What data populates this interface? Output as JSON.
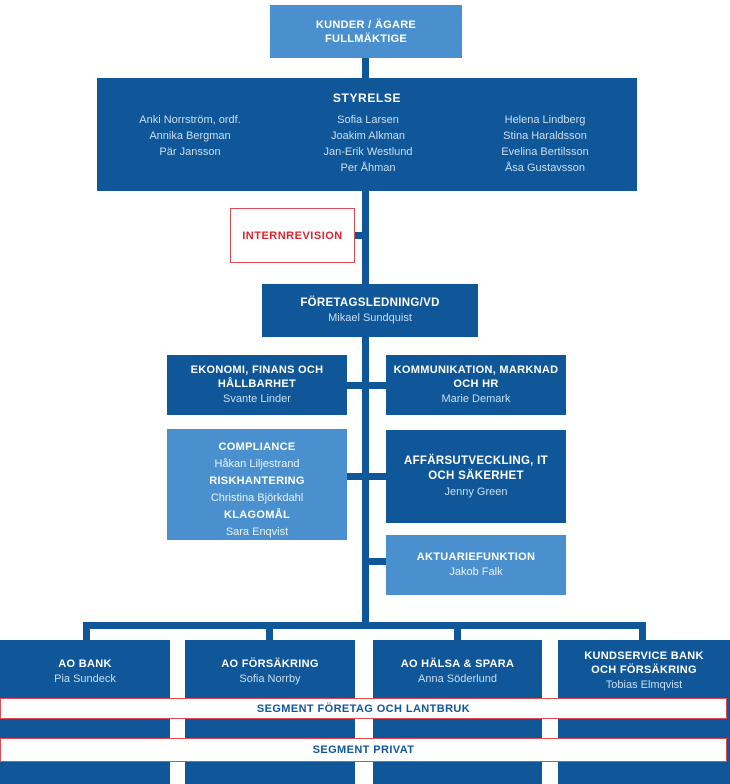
{
  "palette": {
    "dark_blue": "#0f5799",
    "light_blue": "#4a90cf",
    "red_border": "#e04950",
    "red_text": "#e2202e",
    "name_text_on_dark": "#c9def1",
    "name_text_on_light": "#e9f2fa",
    "background": "#ffffff"
  },
  "org": {
    "kunder": {
      "title": "KUNDER / ÄGARE FULLMÄKTIGE"
    },
    "styrelse": {
      "title": "STYRELSE",
      "columns": [
        [
          "Anki Norrström, ordf.",
          "Annika Bergman",
          "Pär Jansson"
        ],
        [
          "Sofia Larsen",
          "Joakim Alkman",
          "Jan-Erik Westlund",
          "Per Åhman"
        ],
        [
          "Helena Lindberg",
          "Stina Haraldsson",
          "Evelina Bertilsson",
          "Åsa Gustavsson"
        ]
      ]
    },
    "internrevision": {
      "title": "INTERNREVISION"
    },
    "foretagsledning": {
      "title": "FÖRETAGSLEDNING/VD",
      "name": "Mikael Sundquist"
    },
    "ekonomi": {
      "title": "EKONOMI, FINANS OCH HÅLLBARHET",
      "name": "Svante Linder"
    },
    "kommunikation": {
      "title": "KOMMUNIKATION, MARKNAD OCH HR",
      "name": "Marie Demark"
    },
    "compliance": {
      "entries": [
        {
          "title": "COMPLIANCE",
          "name": "Håkan Liljestrand"
        },
        {
          "title": "RISKHANTERING",
          "name": "Christina Björkdahl"
        },
        {
          "title": "KLAGOMÅL",
          "name": "Sara Enqvist"
        }
      ]
    },
    "affarsutveckling": {
      "title": "AFFÄRSUTVECKLING, IT OCH SÄKERHET",
      "name": "Jenny Green"
    },
    "aktuariefunktion": {
      "title": "AKTUARIEFUNKTION",
      "name": "Jakob Falk"
    },
    "affarsomraden": [
      {
        "title": "AO BANK",
        "name": "Pia Sundeck"
      },
      {
        "title": "AO FÖRSÄKRING",
        "name": "Sofia Norrby"
      },
      {
        "title": "AO HÄLSA & SPARA",
        "name": "Anna Söderlund"
      },
      {
        "title": "KUNDSERVICE BANK OCH FÖRSÄKRING",
        "name": "Tobias Elmqvist"
      }
    ],
    "segments": [
      {
        "title": "SEGMENT FÖRETAG OCH LANTBRUK"
      },
      {
        "title": "SEGMENT PRIVAT"
      }
    ]
  }
}
